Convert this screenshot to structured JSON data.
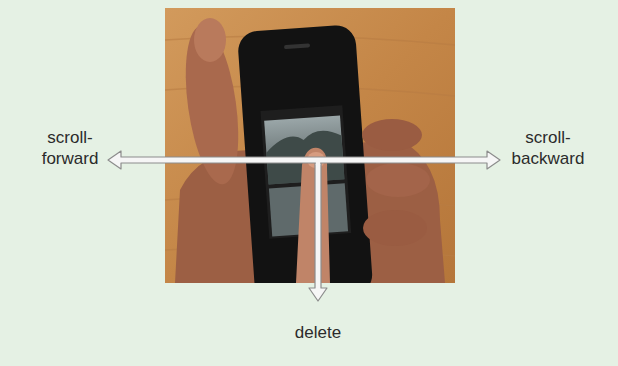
{
  "diagram": {
    "labels": [
      "scroll- forward",
      "scroll- backward",
      "delete"
    ]
  }
}
